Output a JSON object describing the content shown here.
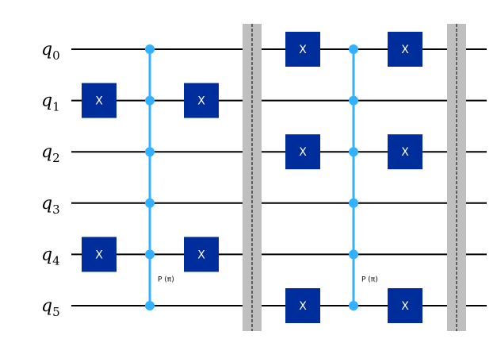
{
  "circuit": {
    "qubits": [
      {
        "name": "q",
        "index": "0"
      },
      {
        "name": "q",
        "index": "1"
      },
      {
        "name": "q",
        "index": "2"
      },
      {
        "name": "q",
        "index": "3"
      },
      {
        "name": "q",
        "index": "4"
      },
      {
        "name": "q",
        "index": "5"
      }
    ],
    "gate_label": "X",
    "colors": {
      "wire": "#000000",
      "x_gate": "#002d9c",
      "control": "#33b1ff",
      "barrier": "#bfbfbf"
    },
    "columns": [
      {
        "type": "x",
        "qubits": [
          1,
          4
        ]
      },
      {
        "type": "mcp",
        "qubits": [
          0,
          1,
          2,
          3,
          4,
          5
        ],
        "param": "P (π)"
      },
      {
        "type": "x",
        "qubits": [
          1,
          4
        ]
      },
      {
        "type": "barrier"
      },
      {
        "type": "x",
        "qubits": [
          0,
          2,
          5
        ]
      },
      {
        "type": "mcp",
        "qubits": [
          0,
          1,
          2,
          3,
          4,
          5
        ],
        "param": "P (π)"
      },
      {
        "type": "x",
        "qubits": [
          0,
          2,
          5
        ]
      },
      {
        "type": "barrier"
      }
    ]
  }
}
